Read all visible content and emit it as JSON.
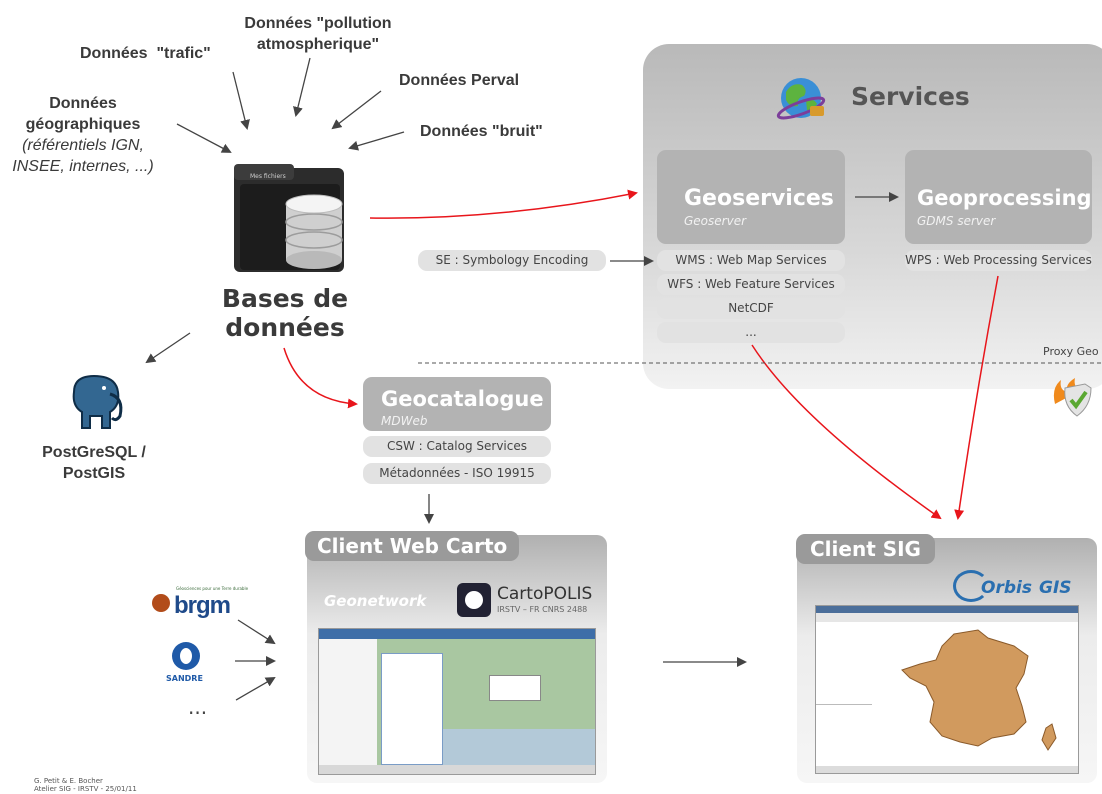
{
  "sources": {
    "trafic": "Données  \"trafic\"",
    "pollution": [
      "Données \"pollution",
      "atmospherique\""
    ],
    "perval": "Données Perval",
    "bruit": "Données \"bruit\"",
    "geo_title": [
      "Données",
      "géographiques"
    ],
    "geo_sub": [
      "(référentiels IGN,",
      "INSEE, internes, ...)"
    ]
  },
  "bases": {
    "title": [
      "Bases de",
      "données"
    ],
    "folder_label": "Mes fichiers"
  },
  "postgres": {
    "label": [
      "PostGreSQL /",
      "PostGIS"
    ]
  },
  "services": {
    "title": "Services",
    "geoservices": {
      "title": "Geoservices",
      "sub": "Geoserver"
    },
    "geoprocessing": {
      "title": "Geoprocessing",
      "sub": "GDMS server"
    },
    "se": "SE : Symbology Encoding",
    "items": [
      "WMS : Web Map Services",
      "WFS : Web Feature Services",
      "NetCDF",
      "..."
    ],
    "wps": "WPS : Web Processing Services"
  },
  "proxy": "Proxy Geo",
  "geocatalogue": {
    "title": "Geocatalogue",
    "sub": "MDWeb",
    "items": [
      "CSW : Catalog Services",
      "Métadonnées - ISO 19915"
    ]
  },
  "client_web": {
    "title": "Client  Web Carto",
    "geonetwork": "Geonetwork",
    "cartopolis": "CartoPOLIS",
    "cartopolis_sub": "IRSTV – FR CNRS 2488"
  },
  "client_sig": {
    "title": "Client  SIG",
    "orbis_a": "Orbis",
    "orbis_b": "GIS"
  },
  "logos": {
    "brgm": "brgm",
    "brgm_tag": "Géosciences pour une Terre durable",
    "sandre": "SANDRE",
    "more": "..."
  },
  "credits": [
    "G. Petit & E. Bocher",
    "Atelier SIG - IRSTV - 25/01/11"
  ],
  "colors": {
    "panel": "#b3b3b3",
    "pill": "#e2e2e2",
    "red_arrow": "#e8151b",
    "arrow": "#444444",
    "france": "#d19a5e"
  }
}
